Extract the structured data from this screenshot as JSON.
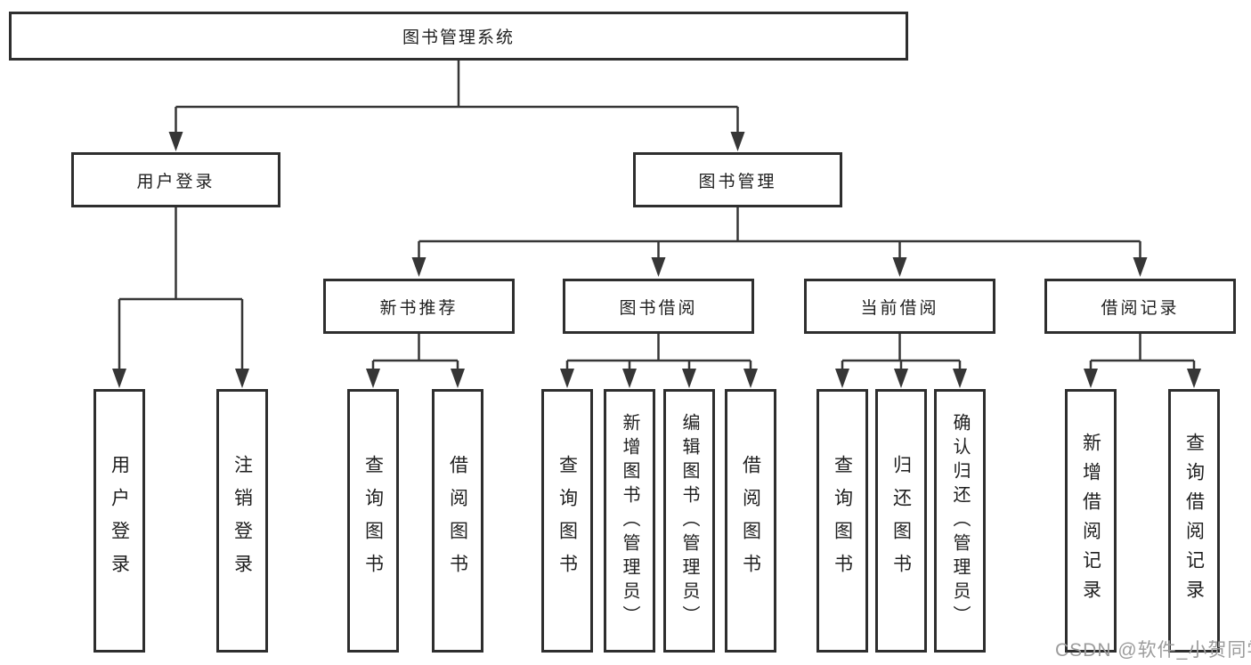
{
  "diagram": {
    "root": {
      "label": "图书管理系统"
    },
    "level2": {
      "user_login": {
        "label": "用户登录"
      },
      "book_mgmt": {
        "label": "图书管理"
      }
    },
    "level3": {
      "new_books": {
        "label": "新书推荐"
      },
      "borrowing": {
        "label": "图书借阅"
      },
      "current": {
        "label": "当前借阅"
      },
      "records": {
        "label": "借阅记录"
      }
    },
    "leaves": {
      "user_login": [
        "用户登录",
        "注销登录"
      ],
      "new_books": [
        "查询图书",
        "借阅图书"
      ],
      "borrowing": [
        "查询图书",
        "新增图书（管理员）",
        "编辑图书（管理员）",
        "借阅图书"
      ],
      "current": [
        "查询图书",
        "归还图书",
        "确认归还（管理员）"
      ],
      "records": [
        "新增借阅记录",
        "查询借阅记录"
      ]
    },
    "colors": {
      "line": "#363636",
      "box_border": "#2e2e2e",
      "text": "#1f1f1f",
      "background": "#ffffff",
      "watermark": "#9c9c9c"
    }
  },
  "watermark": {
    "label": "CSDN @软件_小贺同学"
  }
}
